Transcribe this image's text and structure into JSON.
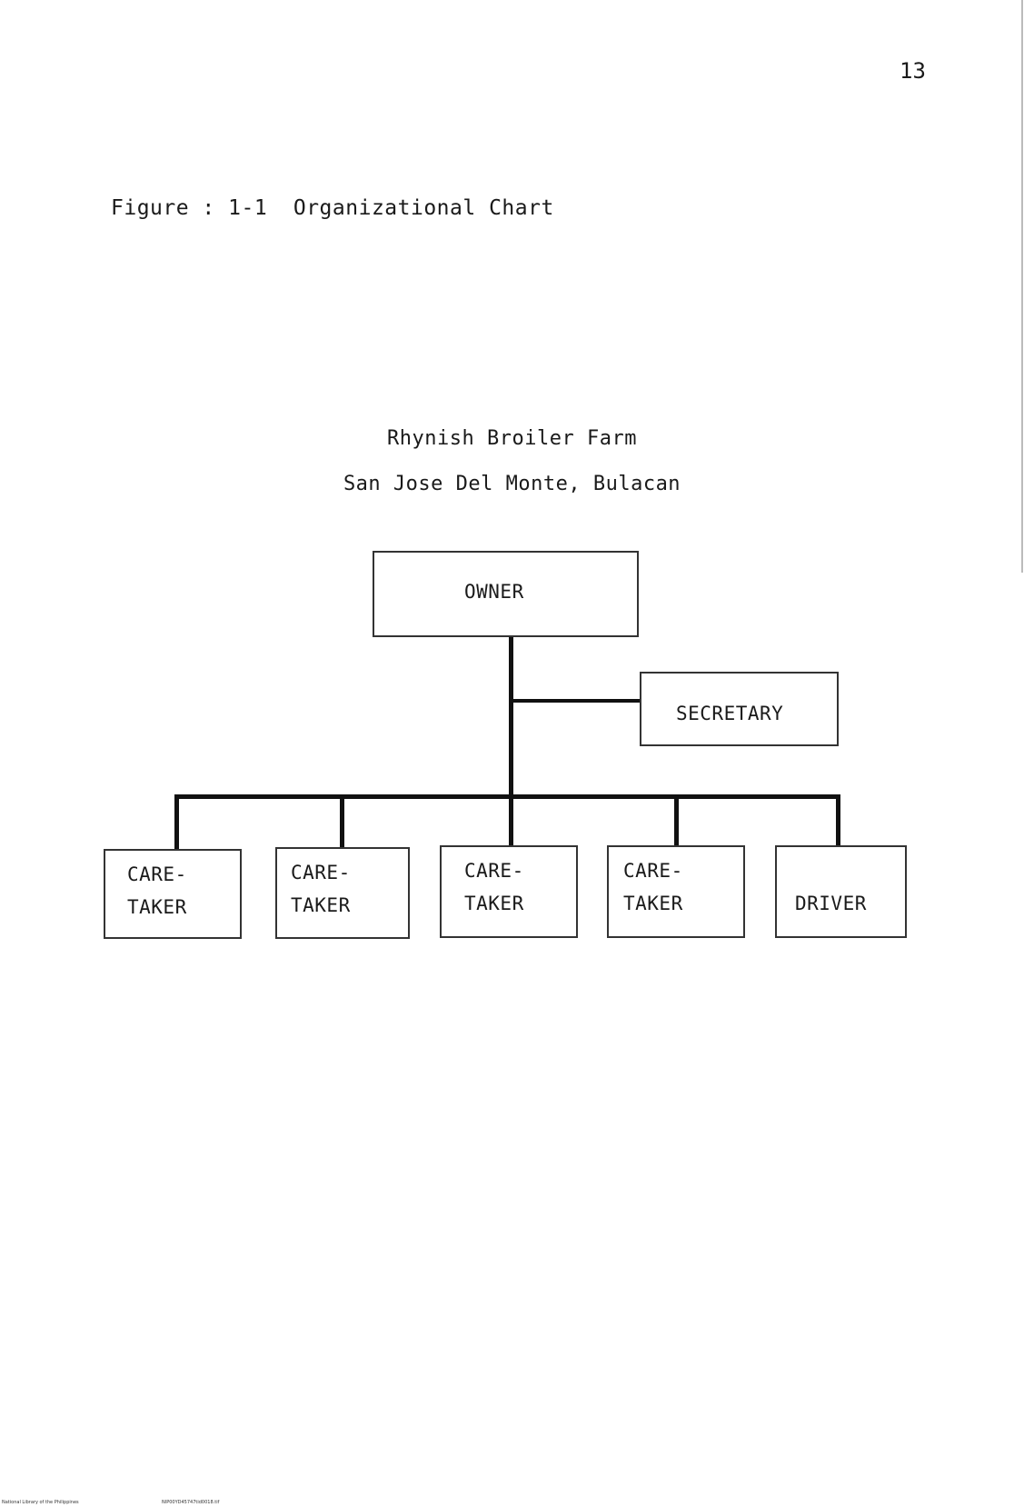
{
  "page_number": "13",
  "figure_caption": "Figure : 1-1  Organizational Chart",
  "organization": {
    "name": "Rhynish Broiler Farm",
    "location": "San Jose Del Monte, Bulacan"
  },
  "chart": {
    "owner": "OWNER",
    "secretary": "SECRETARY",
    "staff": [
      {
        "line1": "CARE-",
        "line2": "TAKER"
      },
      {
        "line1": "CARE-",
        "line2": "TAKER"
      },
      {
        "line1": "CARE-",
        "line2": "TAKER"
      },
      {
        "line1": "CARE-",
        "line2": "TAKER"
      },
      {
        "line1": "DRIVER",
        "line2": ""
      }
    ]
  },
  "footer": {
    "library": "National Library of the Philippines",
    "file_id": "NIP00YD45747tid0018.tif"
  }
}
